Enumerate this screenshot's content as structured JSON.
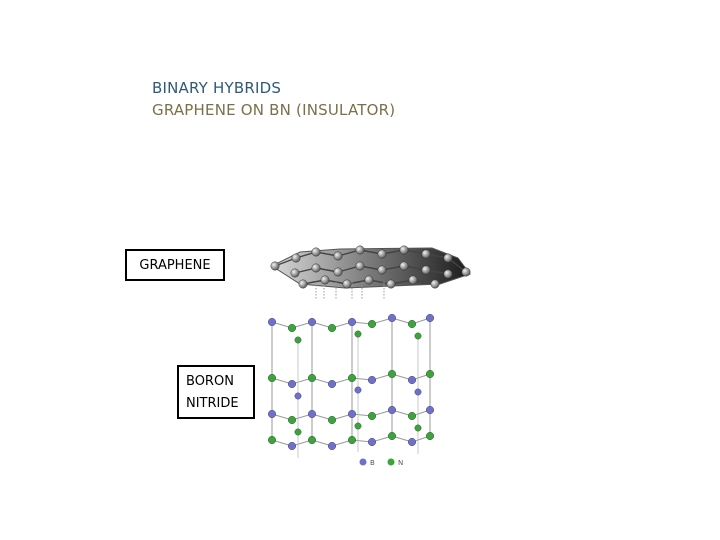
{
  "title": {
    "line1": "BINARY HYBRIDS",
    "line2": "GRAPHENE ON BN (INSULATOR)",
    "line1_color": "#2e5a78",
    "line2_color": "#7c7048"
  },
  "labels": {
    "graphene": "GRAPHENE",
    "bn_line1": "BORON",
    "bn_line2": "NITRIDE"
  },
  "legend": {
    "boron_label": "B",
    "nitrogen_label": "N"
  },
  "colors": {
    "boron_atom": "#6f6fd0",
    "nitrogen_atom": "#3aa63a",
    "carbon_atom": "#9a9a9a",
    "bond": "#9a9a9a",
    "graphene_sheet_dark": "#1a1a1a",
    "graphene_sheet_light": "#d8d8d8"
  }
}
